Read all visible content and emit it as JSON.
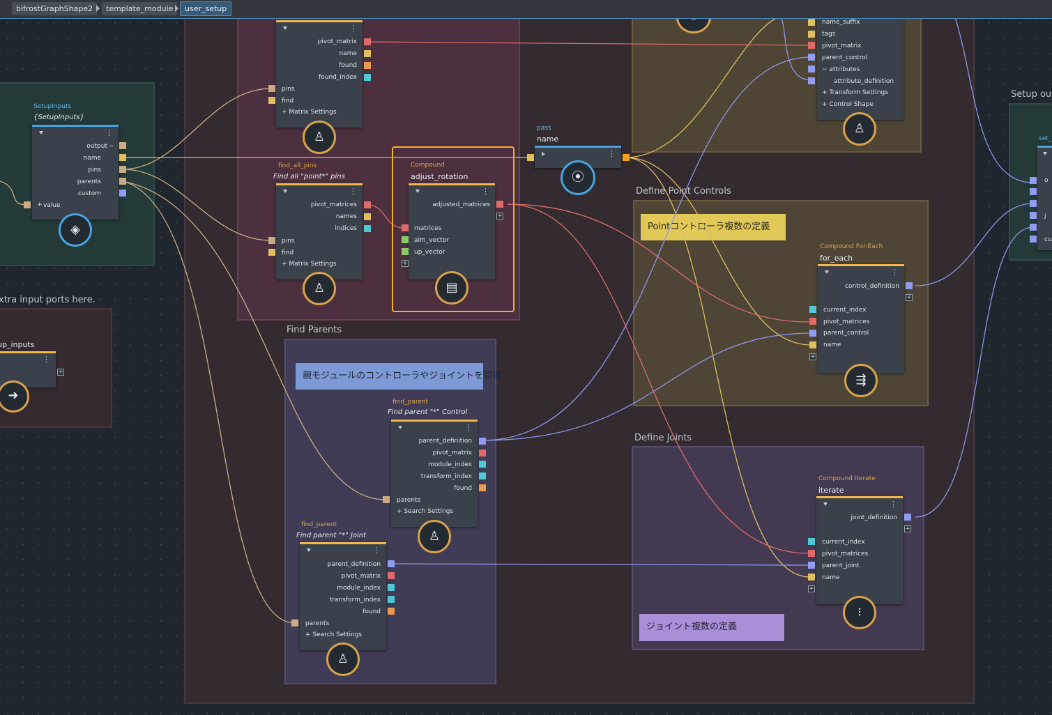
{
  "breadcrumbs": [
    "bifrostGraphShape2",
    "template_module",
    "user_setup"
  ],
  "colors": {
    "yellow_port": "#e0bf5e",
    "tan_port": "#c9ac86",
    "red_port": "#e06a6a",
    "blue_port": "#8f9cf0",
    "cyan_port": "#4cc9d4",
    "orange_port": "#e89a4e",
    "green_port": "#8cc865",
    "wire_tan": "#c9ac86",
    "wire_yellow": "#d9bd62",
    "wire_red": "#dc6b6b",
    "wire_blue": "#8e96e8"
  },
  "backdrops": {
    "setup_inputs": {
      "title": ""
    },
    "extra_ports": {
      "title": "xtra input ports here."
    },
    "main": {
      "title": ""
    },
    "pins": {
      "title": ""
    },
    "find_parents": {
      "title": "Find Parents"
    },
    "top_right": {
      "title": ""
    },
    "define_point_controls": {
      "title": "Define Point Controls"
    },
    "define_joints": {
      "title": "Define Joints"
    },
    "setup_outputs": {
      "title": "Setup out"
    }
  },
  "stickies": {
    "point_controls": "Pointコントローラ複数の定義",
    "parent_module": "親モジュールのコントローラやジョイントを取得",
    "joints": "ジョイント複数の定義"
  },
  "nodes": {
    "setup_inputs": {
      "type": "SetupInputs",
      "name": "{SetupInputs}",
      "ports": [
        "output",
        "name",
        "pins",
        "parents",
        "custom"
      ],
      "input": "value",
      "icon": "diamond-icon"
    },
    "up_inputs": {
      "name": "up_inputs",
      "icon": "arrow-right-icon"
    },
    "find_pin_top": {
      "ports": [
        "pivot_matrix",
        "name",
        "found",
        "found_index"
      ],
      "inputs": [
        "pins",
        "find"
      ],
      "settings": "Matrix Settings",
      "icon": "person-icon"
    },
    "find_all_pins": {
      "type": "find_all_pins",
      "name": "Find all \"point*\" pins",
      "ports": [
        "pivot_matrices",
        "names",
        "indices"
      ],
      "inputs": [
        "pins",
        "find"
      ],
      "settings": "Matrix Settings",
      "icon": "person-icon"
    },
    "adjust_rotation": {
      "type": "Compound",
      "name": "adjust_rotation",
      "output": "adjusted_matrices",
      "inputs": [
        "matrices",
        "aim_vector",
        "up_vector"
      ],
      "icon": "compound-icon"
    },
    "pass_name": {
      "type": "pass",
      "name": "name",
      "icon": "camera-icon"
    },
    "top_right_node": {
      "ports": [
        "name_suffix",
        "tags",
        "pivot_matrix",
        "parent_control",
        "attributes",
        "attribute_definition"
      ],
      "settings": [
        "Transform Settings",
        "Control Shape"
      ],
      "icon": "person-icon"
    },
    "for_each": {
      "type": "Compound For-Each",
      "name": "for_each",
      "output": "control_definition",
      "inputs": [
        "current_index",
        "pivot_matrices",
        "parent_control",
        "name"
      ],
      "icon": "foreach-icon"
    },
    "find_parent_control": {
      "type": "find_parent",
      "name": "Find parent \"*\" Control",
      "ports": [
        "parent_definition",
        "pivot_matrix",
        "module_index",
        "transform_index",
        "found"
      ],
      "input": "parents",
      "settings": "Search Settings",
      "icon": "person-icon"
    },
    "find_parent_joint": {
      "type": "find_parent",
      "name": "Find parent \"*\" Joint",
      "ports": [
        "parent_definition",
        "pivot_matrix",
        "module_index",
        "transform_index",
        "found"
      ],
      "input": "parents",
      "settings": "Search Settings",
      "icon": "person-icon"
    },
    "iterate": {
      "type": "Compound Iterate",
      "name": "iterate",
      "output": "joint_definition",
      "inputs": [
        "current_index",
        "pivot_matrices",
        "parent_joint",
        "name"
      ],
      "icon": "iterate-icon"
    },
    "set_out": {
      "name": "set_",
      "ports": [
        "o",
        "j",
        "cus"
      ]
    }
  }
}
